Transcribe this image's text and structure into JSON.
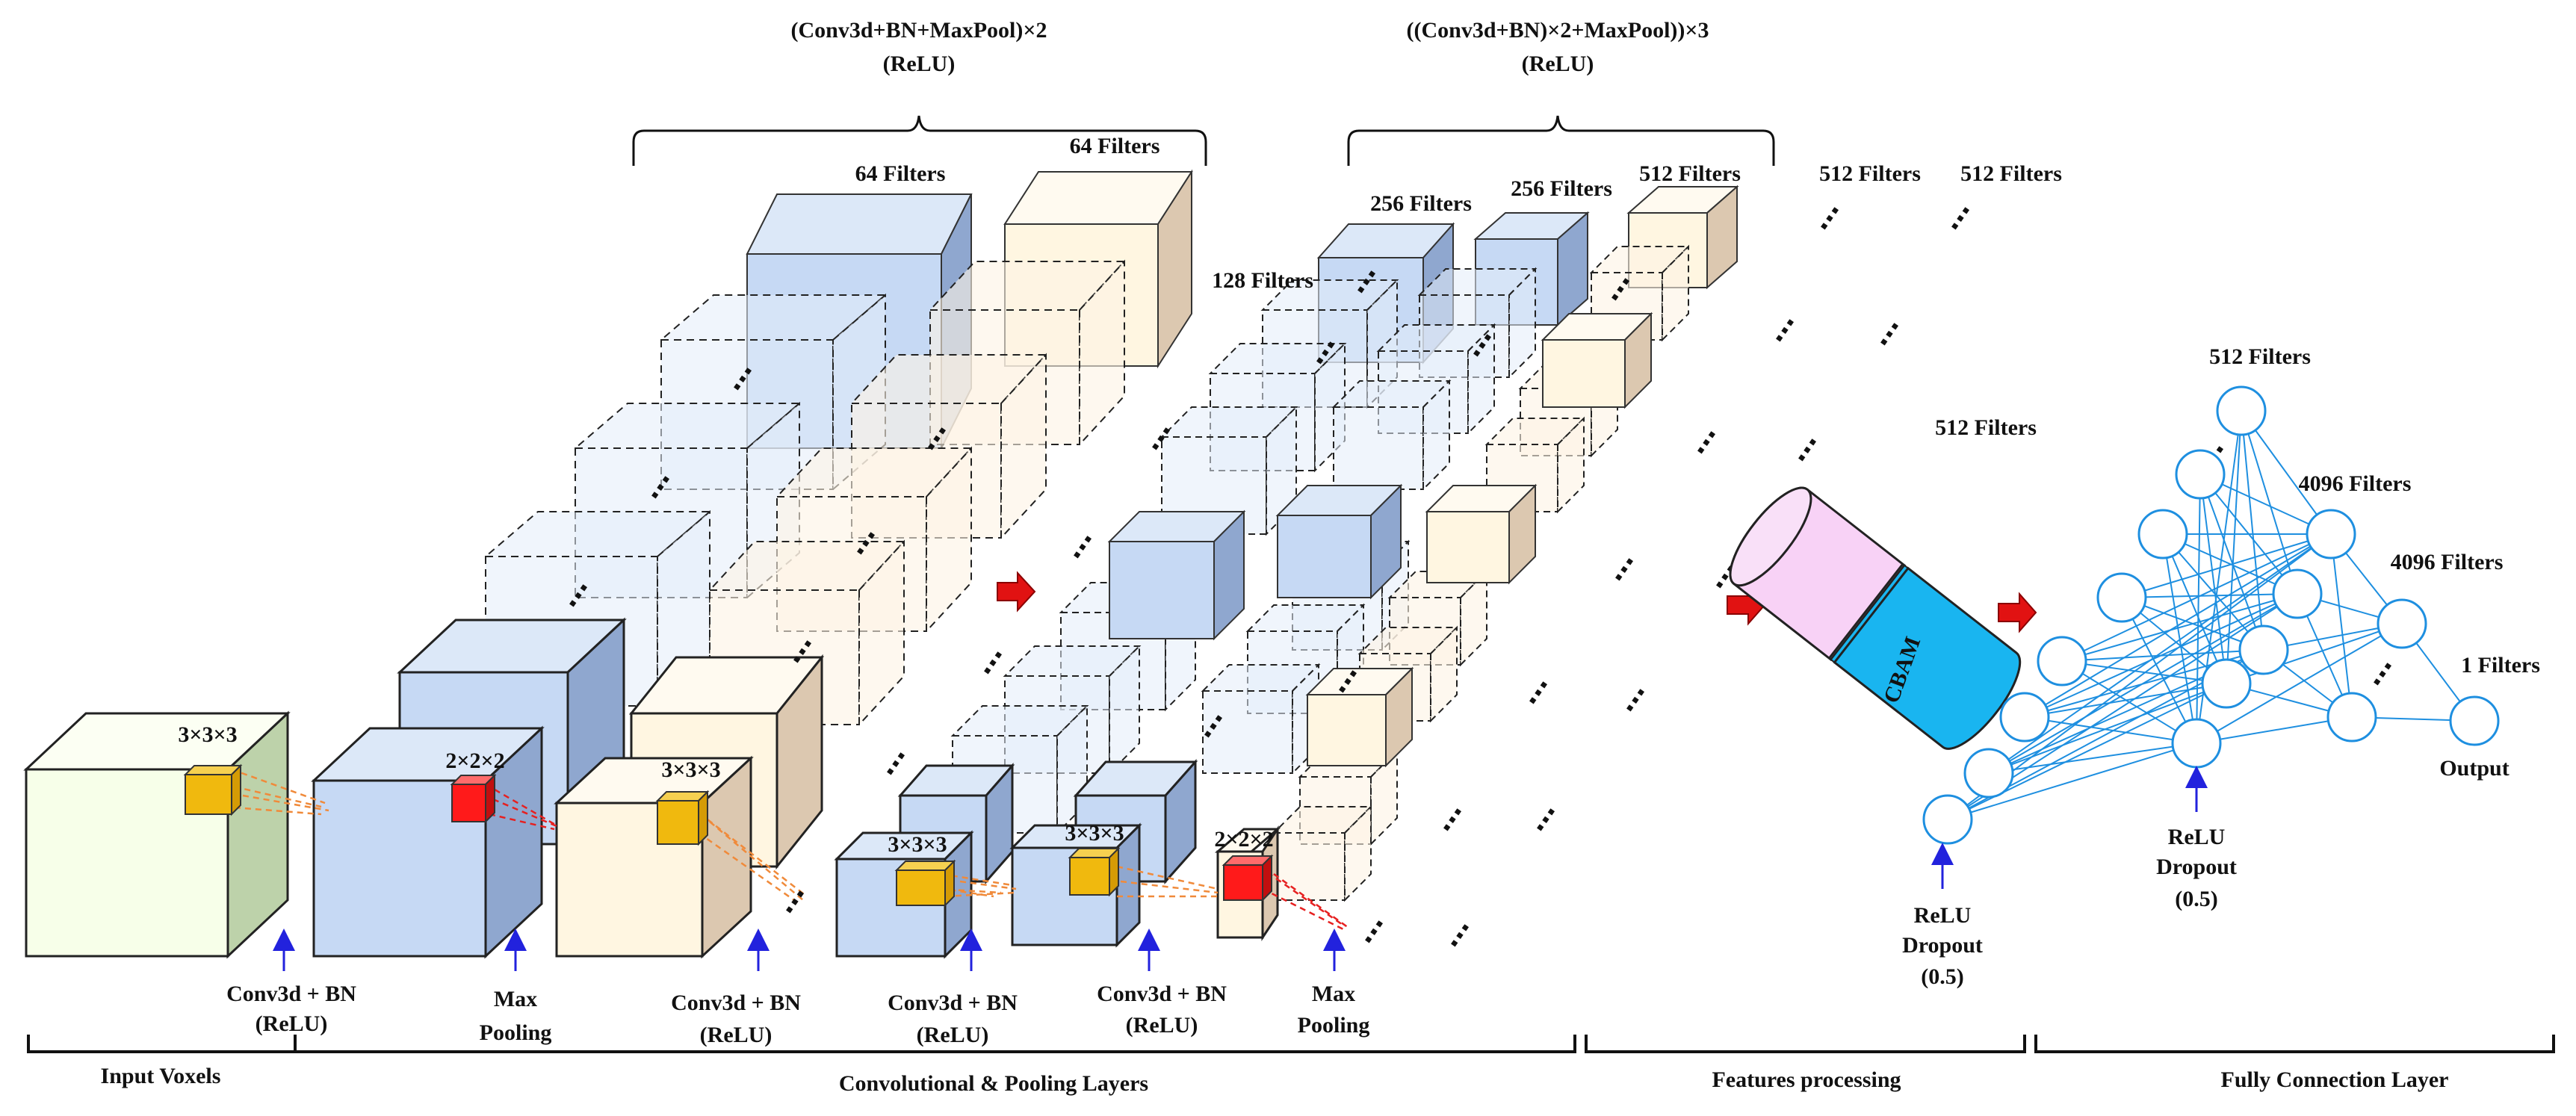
{
  "colors": {
    "blue_front": "#c6d9f4",
    "blue_top": "#dce8f8",
    "blue_side": "#8fa7cf",
    "cream_front": "#fff6e1",
    "cream_top": "#fffaf0",
    "cream_side": "#dcc8b0",
    "green_front": "#f7ffe9",
    "green_top": "#fcfff3",
    "green_side": "#bdd2aa",
    "kernel_yellow": "#f0b90e",
    "kernel_red": "#ff1a1a",
    "arrow_red": "#e11212",
    "arrow_blue": "#2222dd",
    "node_stroke": "#1e8fe0",
    "cbam_top": "#19b5f0",
    "cbam_bottom": "#f8d2f6"
  },
  "top_braces": {
    "left_title": "(Conv3d+BN+MaxPool)×2",
    "left_sub": "(ReLU)",
    "right_title": "((Conv3d+BN)×2+MaxPool))×3",
    "right_sub": "(ReLU)"
  },
  "filters": {
    "f64a": "64 Filters",
    "f64b": "64 Filters",
    "f128": "128 Filters",
    "f256a": "256 Filters",
    "f256b": "256 Filters",
    "f512a": "512 Filters",
    "f512b": "512 Filters",
    "f512c": "512 Filters",
    "cbam_filters": "512 Filters",
    "fc512": "512 Filters",
    "fc4096a": "4096 Filters",
    "fc4096b": "4096 Filters",
    "fc1": "1 Filters"
  },
  "kernels": {
    "k1": "3×3×3",
    "k2": "2×2×2",
    "k3": "3×3×3",
    "k4": "3×3×3",
    "k5": "3×3×3",
    "k6": "2×2×2"
  },
  "ops": {
    "op1": [
      "Conv3d + BN",
      "(ReLU)"
    ],
    "op2": [
      "Max",
      "Pooling"
    ],
    "op3": [
      "Conv3d + BN",
      "(ReLU)"
    ],
    "op4": [
      "Conv3d + BN",
      "(ReLU)"
    ],
    "op5": [
      "Conv3d + BN",
      "(ReLU)"
    ],
    "op6": [
      "Max",
      "Pooling"
    ]
  },
  "cbam_label": "CBAM",
  "fc": {
    "relu1": [
      "ReLU",
      "Dropout",
      "(0.5)"
    ],
    "relu2": [
      "ReLU",
      "Dropout",
      "(0.5)"
    ],
    "output": "Output"
  },
  "sections": {
    "input": "Input Voxels",
    "conv": "Convolutional & Pooling Layers",
    "features": "Features processing",
    "fc": "Fully Connection Layer"
  }
}
